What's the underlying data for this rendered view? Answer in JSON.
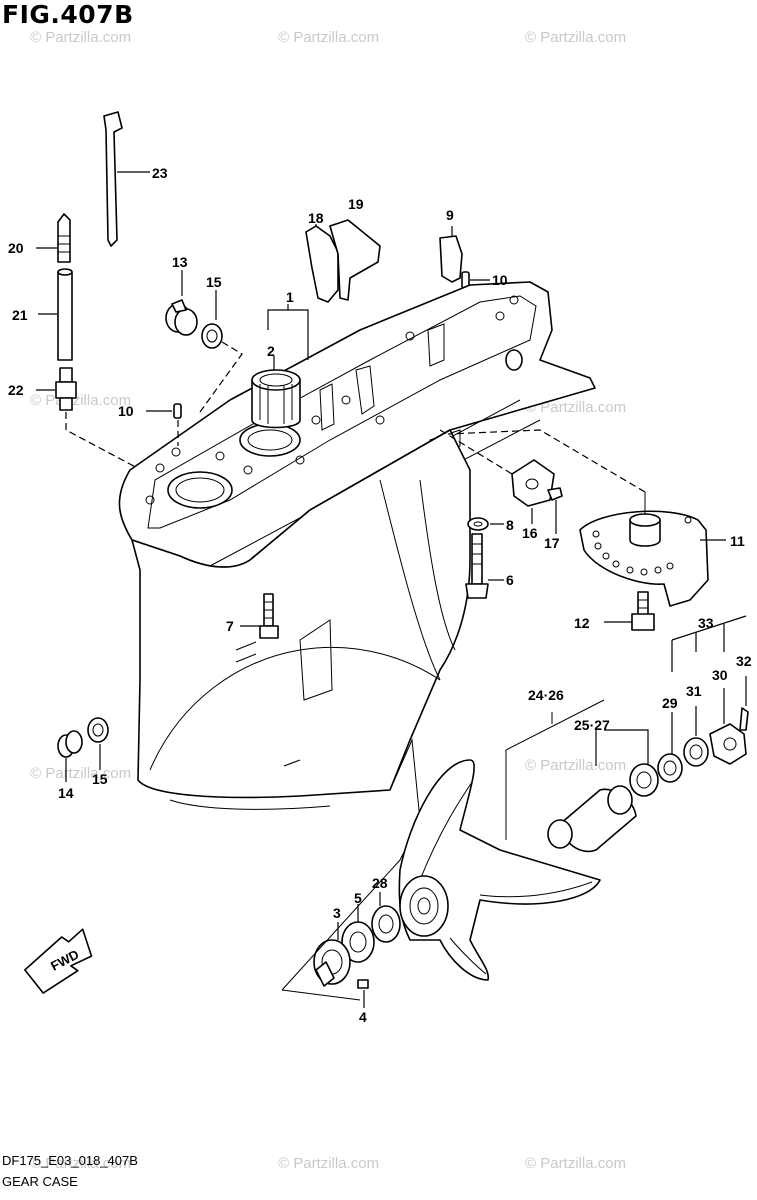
{
  "figure": {
    "title": "FIG.407B",
    "code": "DF175_E03_018_407B",
    "name": "GEAR CASE"
  },
  "watermark": "© Partzilla.com",
  "fwd_label": "FWD",
  "callouts": [
    {
      "id": "c1",
      "text": "1"
    },
    {
      "id": "c2",
      "text": "2"
    },
    {
      "id": "c3",
      "text": "3"
    },
    {
      "id": "c4",
      "text": "4"
    },
    {
      "id": "c5",
      "text": "5"
    },
    {
      "id": "c6",
      "text": "6"
    },
    {
      "id": "c7",
      "text": "7"
    },
    {
      "id": "c8",
      "text": "8"
    },
    {
      "id": "c9",
      "text": "9"
    },
    {
      "id": "c10a",
      "text": "10"
    },
    {
      "id": "c10b",
      "text": "10"
    },
    {
      "id": "c11",
      "text": "11"
    },
    {
      "id": "c12",
      "text": "12"
    },
    {
      "id": "c13",
      "text": "13"
    },
    {
      "id": "c14",
      "text": "14"
    },
    {
      "id": "c15a",
      "text": "15"
    },
    {
      "id": "c15b",
      "text": "15"
    },
    {
      "id": "c16",
      "text": "16"
    },
    {
      "id": "c17",
      "text": "17"
    },
    {
      "id": "c18",
      "text": "18"
    },
    {
      "id": "c19",
      "text": "19"
    },
    {
      "id": "c20",
      "text": "20"
    },
    {
      "id": "c21",
      "text": "21"
    },
    {
      "id": "c22",
      "text": "22"
    },
    {
      "id": "c23",
      "text": "23"
    },
    {
      "id": "c24",
      "text": "24·26"
    },
    {
      "id": "c25",
      "text": "25·27"
    },
    {
      "id": "c28",
      "text": "28"
    },
    {
      "id": "c29",
      "text": "29"
    },
    {
      "id": "c30",
      "text": "30"
    },
    {
      "id": "c31",
      "text": "31"
    },
    {
      "id": "c32",
      "text": "32"
    },
    {
      "id": "c33",
      "text": "33"
    }
  ]
}
